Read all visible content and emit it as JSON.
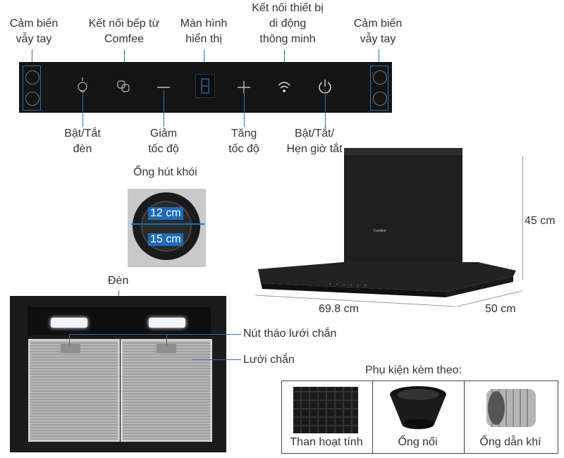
{
  "panel": {
    "sensor_left": [
      "Cảm biến",
      "vẫy tay"
    ],
    "hob_connect": [
      "Kết nối bếp từ",
      "Comfee"
    ],
    "display": [
      "Màn hình",
      "hiển thị"
    ],
    "smart_connect": [
      "Kết nối thiết bị",
      "di động",
      "thông minh"
    ],
    "sensor_right": [
      "Cảm biến",
      "vẫy tay"
    ],
    "light_toggle": [
      "Bật/Tắt",
      "đèn"
    ],
    "speed_down": [
      "Giảm",
      "tốc độ"
    ],
    "speed_up": [
      "Tăng",
      "tốc độ"
    ],
    "power_timer": [
      "Bật/Tắt/",
      "Hẹn giờ tắt"
    ]
  },
  "tube": {
    "title": "Ống hút khói",
    "inner": "12 cm",
    "outer": "15 cm"
  },
  "hood": {
    "brand": "Comfee",
    "height": "45 cm",
    "width": "69.8 cm",
    "depth": "50 cm"
  },
  "underside": {
    "light": "Đèn",
    "filter_release": "Nút tháo lưới chắn",
    "filter": "Lưới chắn"
  },
  "accessories": {
    "title": "Phụ kiện kèm theo:",
    "items": [
      "Than hoạt tính",
      "Ống nối",
      "Ống dẫn khí"
    ]
  },
  "colors": {
    "accent": "#2a6fb0",
    "tag": "#1e6bb8",
    "panel": "#141414"
  }
}
